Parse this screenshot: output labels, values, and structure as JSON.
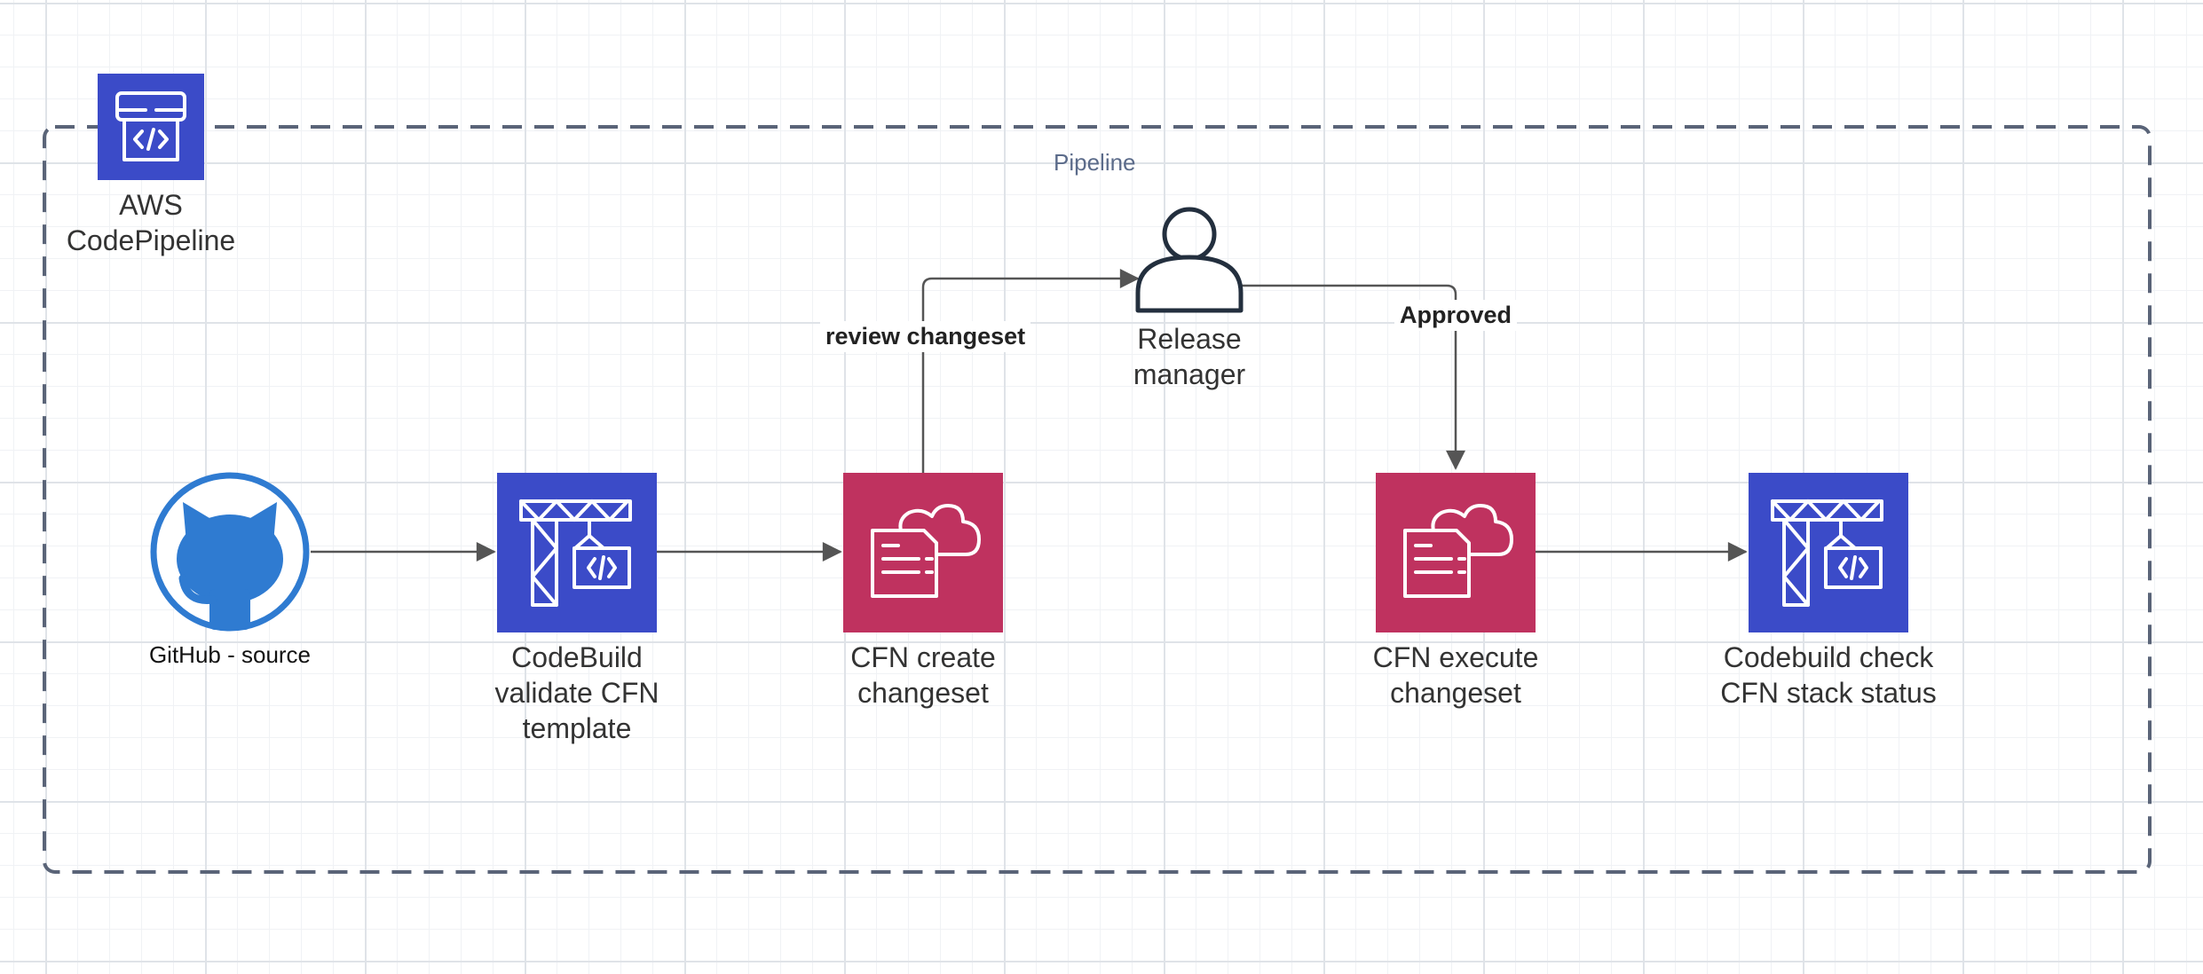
{
  "group": {
    "label": "Pipeline"
  },
  "nodes": {
    "codepipeline": {
      "label": "AWS\nCodePipeline",
      "icon": "codepipeline-icon",
      "color": "#3b4bc8"
    },
    "github": {
      "label": "GitHub - source",
      "icon": "github-icon",
      "color": "#2f7bd1"
    },
    "validate": {
      "label": "CodeBuild\nvalidate CFN\ntemplate",
      "icon": "codebuild-icon",
      "color": "#3b4bc8"
    },
    "create": {
      "label": "CFN create\nchangeset",
      "icon": "cloudformation-icon",
      "color": "#bf325f"
    },
    "manager": {
      "label": "Release\nmanager",
      "icon": "user-icon",
      "color": "#232f3e"
    },
    "execute": {
      "label": "CFN execute\nchangeset",
      "icon": "cloudformation-icon",
      "color": "#bf325f"
    },
    "check": {
      "label": "Codebuild check\nCFN stack status",
      "icon": "codebuild-icon",
      "color": "#3b4bc8"
    }
  },
  "edges": {
    "review": {
      "label": "review changeset"
    },
    "approved": {
      "label": "Approved"
    }
  }
}
